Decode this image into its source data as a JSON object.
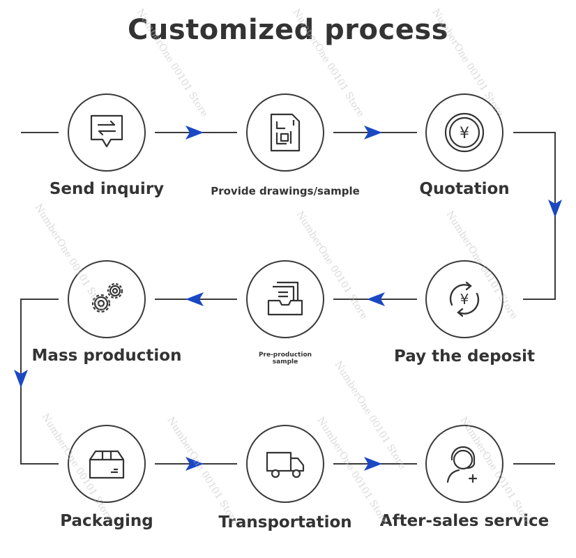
{
  "title": "Customized process",
  "watermark": "NumberOne 00101 Store",
  "colors": {
    "arrow": "#1a48c4",
    "line": "#3a3a3a",
    "text": "#333333"
  },
  "steps": [
    {
      "label": "Send inquiry",
      "icon": "chat-arrows-icon"
    },
    {
      "label": "Provide drawings/sample",
      "icon": "blueprint-icon"
    },
    {
      "label": "Quotation",
      "icon": "yen-coin-icon"
    },
    {
      "label": "Pay the deposit",
      "icon": "yen-refresh-icon"
    },
    {
      "label": "Pre-production sample",
      "icon": "document-tray-icon"
    },
    {
      "label": "Mass production",
      "icon": "gears-icon"
    },
    {
      "label": "Packaging",
      "icon": "box-icon"
    },
    {
      "label": "Transportation",
      "icon": "truck-icon"
    },
    {
      "label": "After-sales service",
      "icon": "support-agent-icon"
    }
  ]
}
